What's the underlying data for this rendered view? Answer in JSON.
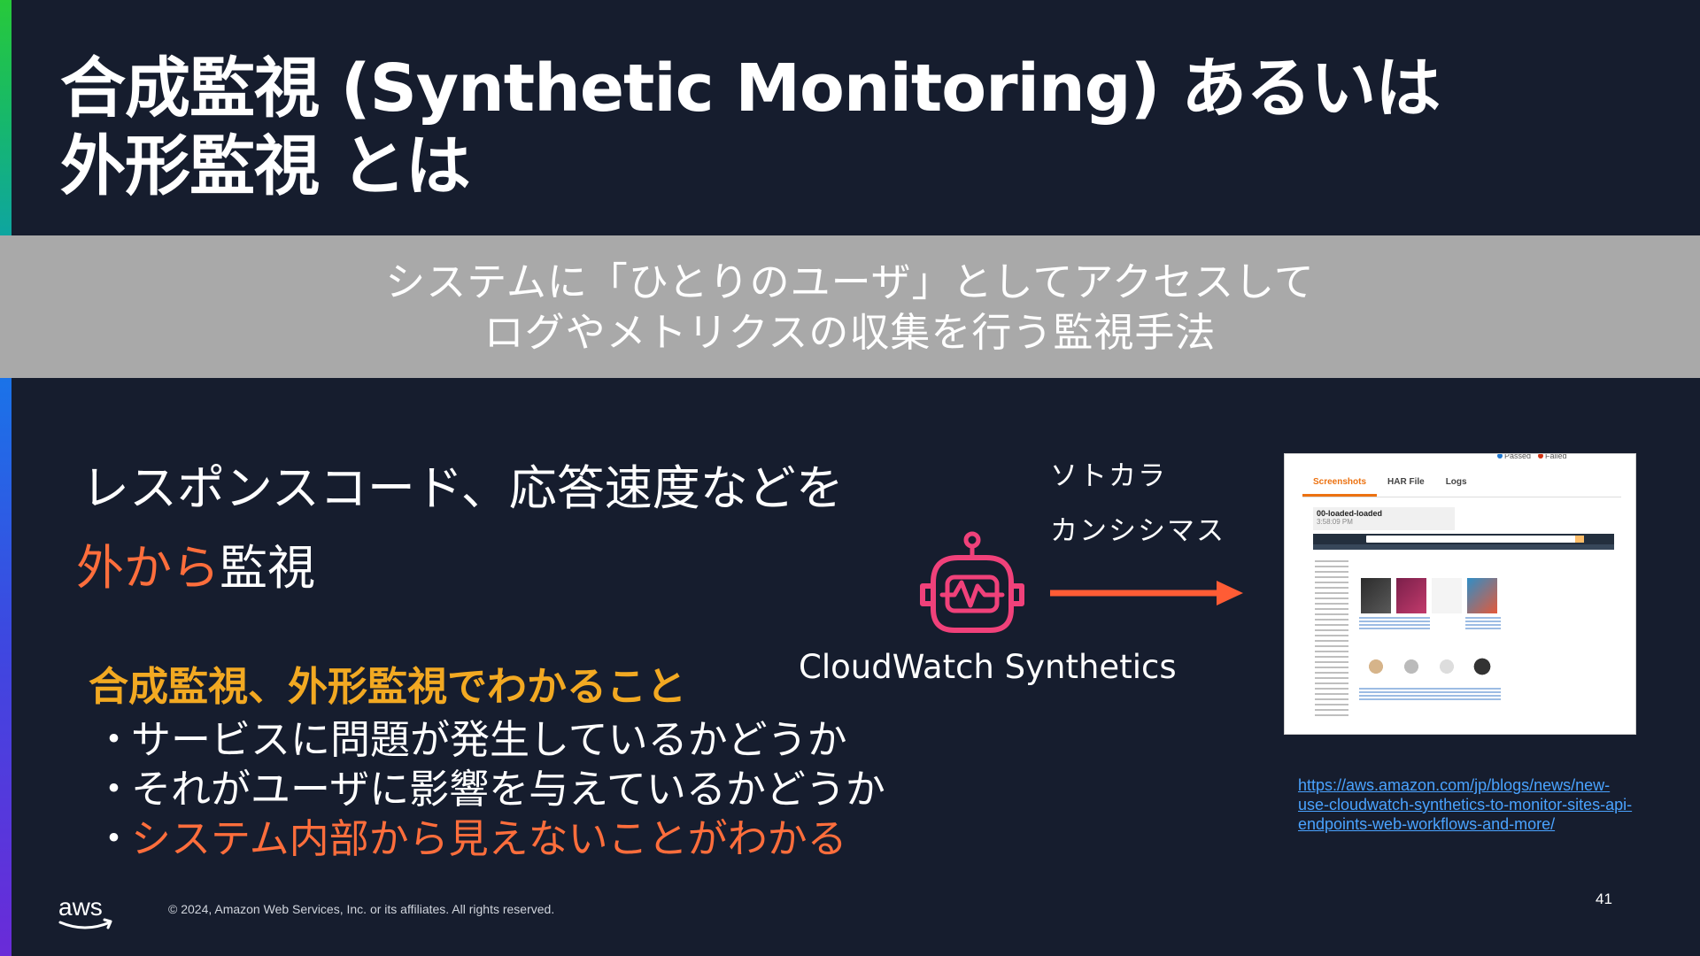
{
  "title": {
    "line1": "合成監視 (Synthetic Monitoring) あるいは",
    "line2": "外形監視 とは"
  },
  "definition": {
    "line1": "システムに「ひとりのユーザ」としてアクセスして",
    "line2": "ログやメトリクスの収集を行う監視手法"
  },
  "lead": {
    "line1": "レスポンスコード、応答速度などを",
    "line2_highlight": "外から",
    "line2_rest": "監視"
  },
  "section": {
    "heading": "合成監視、外形監視でわかること",
    "bullet_marker": "・",
    "bullets": [
      "サービスに問題が発生しているかどうか",
      "それがユーザに影響を与えているかどうか",
      "システム内部から見えないことがわかる"
    ]
  },
  "diagram": {
    "kana_line1": "ソトカラ",
    "kana_line2": "カンシシマス",
    "product_name": "CloudWatch Synthetics",
    "icon": "synthetics-robot-icon",
    "arrow_color": "#ff5c35"
  },
  "screenshot": {
    "legend_passed": "Passed",
    "legend_failed": "Failed",
    "tabs": [
      "Screenshots",
      "HAR File",
      "Logs"
    ],
    "step_title": "00-loaded-loaded",
    "step_time": "3:58:09 PM"
  },
  "reference": {
    "line1": "https://aws.amazon.com/jp/blogs/news/new-",
    "line2": "use-cloudwatch-synthetics-to-monitor-sites-api-",
    "line3": "endpoints-web-workflows-and-more/"
  },
  "footer": {
    "logo_text": "aws",
    "copyright": "© 2024, Amazon Web Services, Inc. or its affiliates. All rights reserved.",
    "page_number": "41"
  },
  "colors": {
    "background": "#161d2e",
    "band": "#a9a9a9",
    "accent_orange": "#ff6e3c",
    "heading_gold": "#f2a922",
    "icon_pink": "#f0417a",
    "link_blue": "#4aa3ff"
  }
}
